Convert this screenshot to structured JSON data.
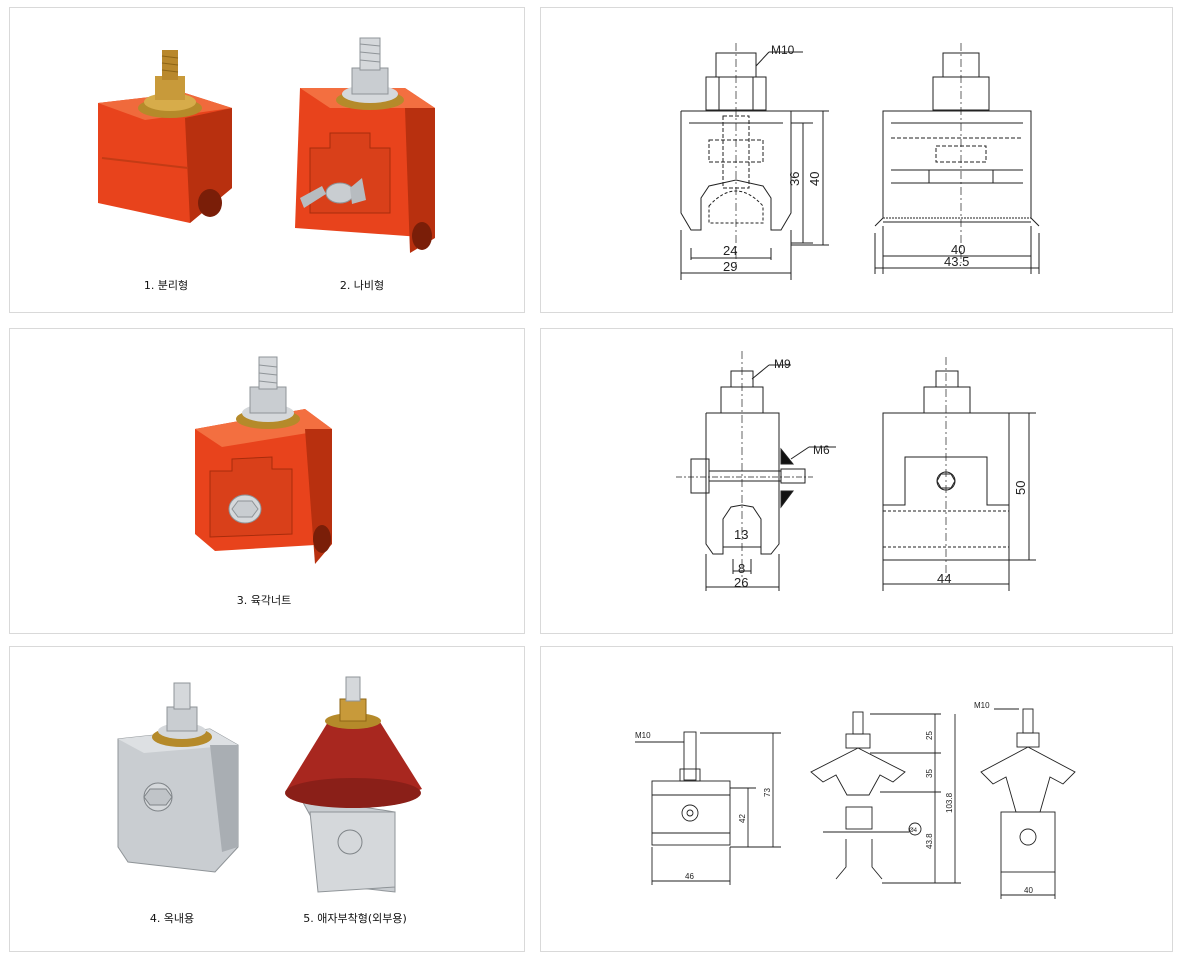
{
  "row1": {
    "captions": [
      "1. 분리형",
      "2. 나비형"
    ],
    "drawing": {
      "thread": "M10",
      "dims": [
        "36",
        "40",
        "24",
        "29",
        "40",
        "43.5"
      ]
    }
  },
  "row2": {
    "captions": [
      "3. 육각너트"
    ],
    "drawing": {
      "thread": "M9",
      "side_thread": "M6",
      "dims": [
        "13",
        "8",
        "26",
        "50",
        "44"
      ]
    }
  },
  "row3": {
    "captions": [
      "4. 옥내용",
      "5. 애자부착형(외부용)"
    ],
    "drawing": {
      "thread": "M10",
      "dims": [
        "73",
        "42",
        "46",
        "25",
        "35",
        "103.8",
        "43.8",
        "Ø4",
        "40"
      ]
    }
  },
  "colors": {
    "orange": "#e8431c",
    "orange_dark": "#b8300f",
    "red_insulator": "#a8271f",
    "steel": "#c9cdd1",
    "brass": "#c89a3a",
    "line": "#222222"
  }
}
